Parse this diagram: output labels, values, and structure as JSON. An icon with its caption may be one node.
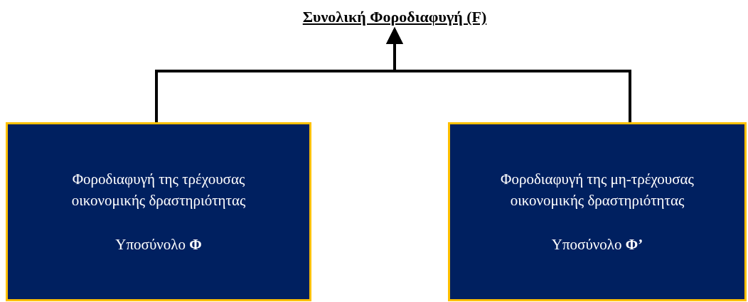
{
  "diagram": {
    "nodes": [
      {
        "text": [
          "Συνολική Φοροδιαφυγή (F)"
        ]
      },
      {
        "text": [
          "Φοροδιαφυγή της τρέχουσας οικονομικής δραστηριότητας",
          "Υποσύνολο **Φ**"
        ]
      },
      {
        "text": [
          "Φοροδιαφυγή της μη-τρέχουσας οικονομικής δραστηριότητας",
          "Υποσύνολο **Φ’**"
        ]
      }
    ],
    "edges": [
      {
        "from": 1,
        "to": 0,
        "arrow": "to"
      },
      {
        "from": 2,
        "to": 0,
        "arrow": "to"
      }
    ]
  }
}
